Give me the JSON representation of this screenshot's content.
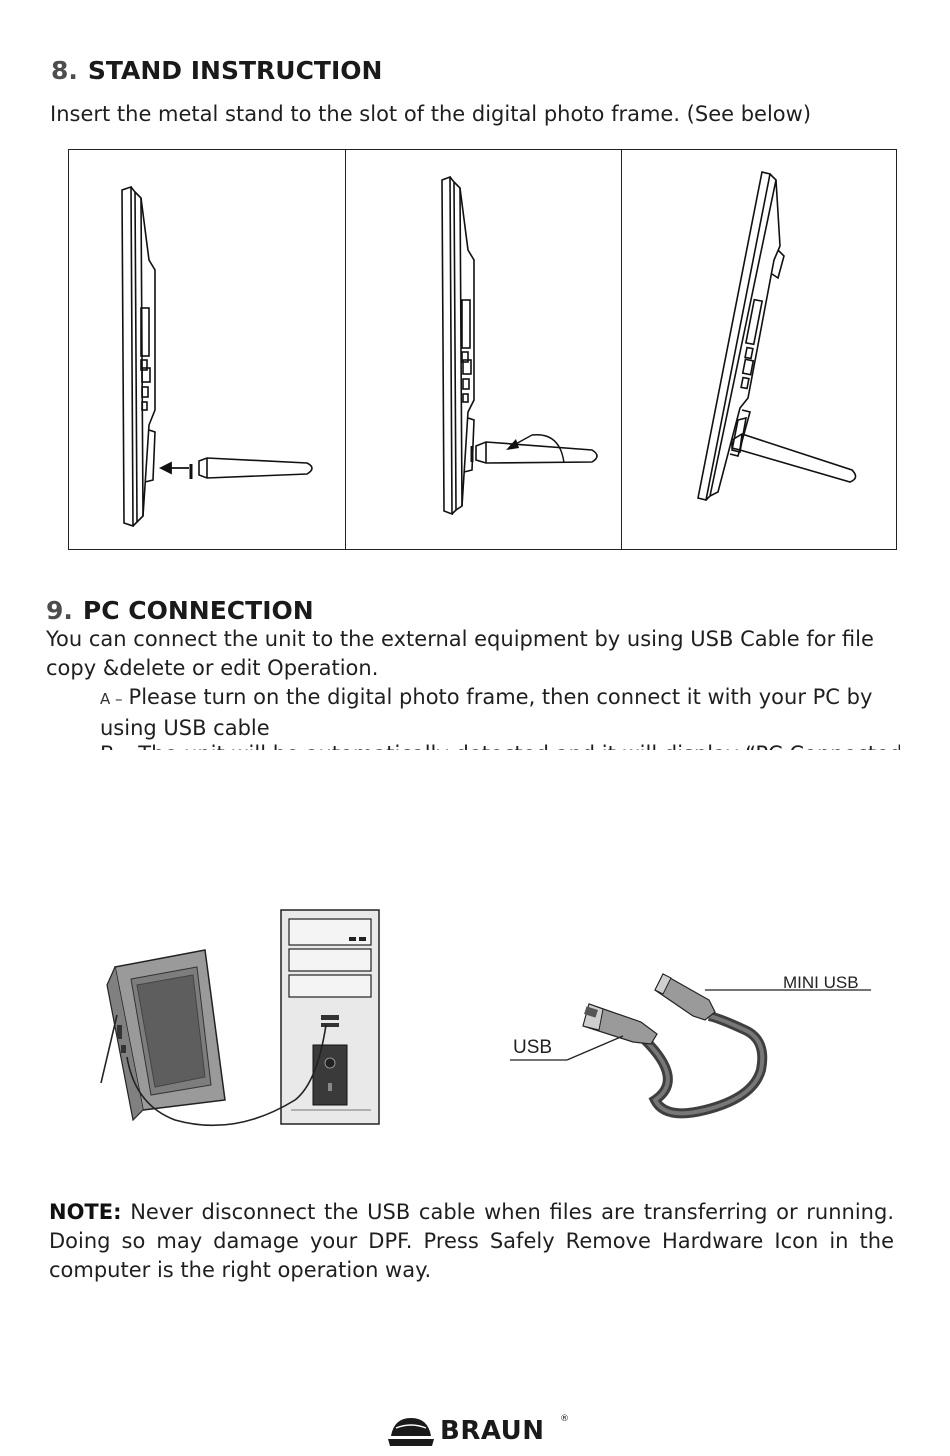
{
  "section8": {
    "number": "8.",
    "title": "STAND INSTRUCTION",
    "intro": "Insert the metal stand to the slot of the digital photo frame. (See below)"
  },
  "section9": {
    "number": "9.",
    "title": "PC CONNECTION",
    "intro_line1": "You can connect the unit to the external equipment by using USB Cable for file",
    "intro_line2": "copy &delete or edit Operation.",
    "step_a_letter": "A –",
    "step_a_line1": "Please turn on the digital photo frame, then connect it with your PC by",
    "step_a_line2": "using USB cable",
    "step_b_partial": "B – The unit will be automatically detected and it will display “PC Connected”"
  },
  "cable_diagram": {
    "usb_label": "USB",
    "mini_usb_label": "MINI USB"
  },
  "note": {
    "label": "NOTE:",
    "text": "Never disconnect the USB cable when files are transferring or running. Doing so may damage your DPF. Press Safely Remove Hardware Icon in the computer is the right operation way."
  },
  "footer": {
    "brand": "BRAUN",
    "registered": "®"
  },
  "colors": {
    "text": "#1a1a1a",
    "section_number": "#4d4d4d",
    "cable": "#555555"
  },
  "icons": {
    "brand_logo": "braun-hat-logo-icon"
  }
}
